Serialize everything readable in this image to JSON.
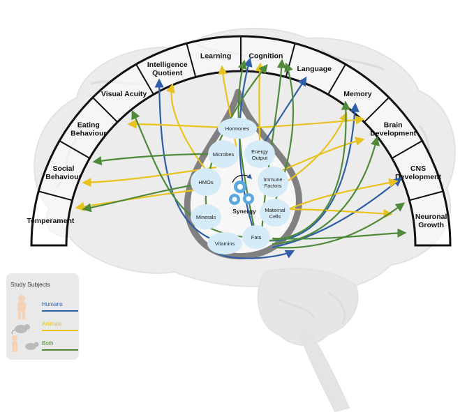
{
  "outcomes": [
    "Temperament",
    "Social Behaviour",
    "Eating Behaviour",
    "Visual Acuity",
    "Intelligence Quotient",
    "Learning",
    "Cognition",
    "Language",
    "Memory",
    "Brain Development",
    "CNS Development",
    "Neuronal Growth"
  ],
  "components": [
    "Hormones",
    "Microbes",
    "Energy Output",
    "HMOs",
    "Immune Factors",
    "Minerals",
    "Maternal Cells",
    "Vitamins",
    "Fats"
  ],
  "center_label": "Synergy",
  "legend": {
    "title": "Study Subjects",
    "items": [
      {
        "label": "Humans",
        "color": "#2f5ea8"
      },
      {
        "label": "Animals",
        "color": "#e8c21d"
      },
      {
        "label": "Both",
        "color": "#4f8a3b"
      }
    ]
  },
  "colors": {
    "humans": "#2f5ea8",
    "animals": "#e8c21d",
    "both": "#4f8a3b",
    "drop": "#808080",
    "node": "#d5ebf7",
    "brain": "#ececec"
  }
}
